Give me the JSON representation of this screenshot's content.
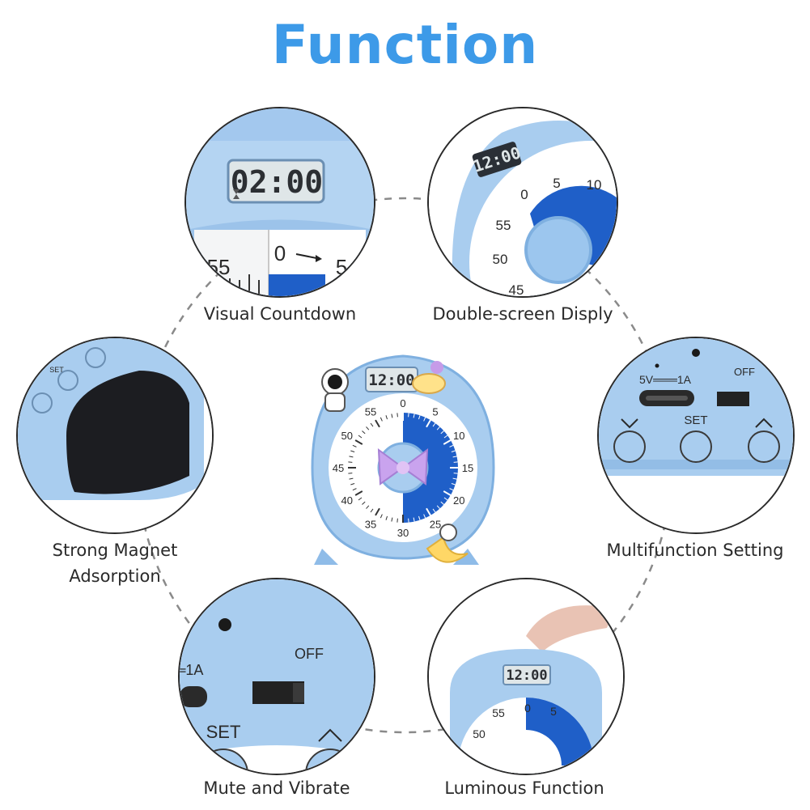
{
  "title": "Function",
  "colors": {
    "title": "#3d9ae8",
    "device_blue": "#a9cdef",
    "device_dark": "#7fb0e0",
    "timer_blue": "#1f5fc8",
    "lcd_bg": "#dfe6e8"
  },
  "features": [
    {
      "label": "Visual Countdown"
    },
    {
      "label": "Double-screen Disply"
    },
    {
      "label": "Strong Magnet Adsorption",
      "lines": [
        "Strong Magnet",
        "Adsorption"
      ]
    },
    {
      "label": "Multifunction Setting"
    },
    {
      "label": "Mute and Vibrate"
    },
    {
      "label": "Luminous Function"
    }
  ],
  "device": {
    "lcd_time": "12:00",
    "lcd_time_large": "02:00",
    "dial_numbers": [
      "0",
      "5",
      "10",
      "15",
      "20",
      "25",
      "30",
      "35",
      "40",
      "45",
      "50",
      "55"
    ],
    "ports": {
      "usb_label": "5V═══1A",
      "usb_label_partial": "═1A",
      "switch_label": "OFF",
      "button_set": "SET"
    }
  }
}
